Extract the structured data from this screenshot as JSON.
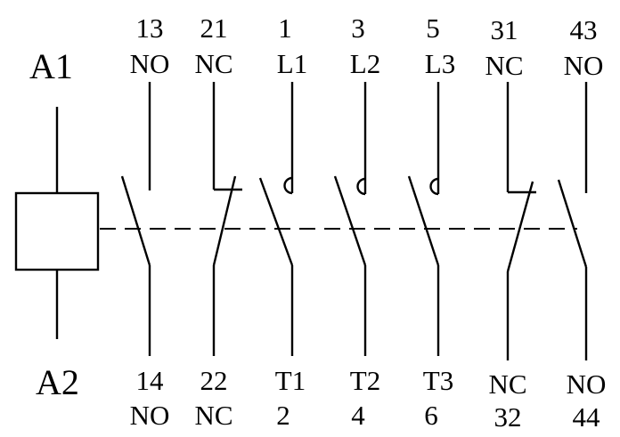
{
  "coil": {
    "top_label": "A1",
    "bottom_label": "A2"
  },
  "contacts": [
    {
      "type": "NO",
      "top": [
        "13",
        "NO"
      ],
      "bottom": [
        "14",
        "NO"
      ]
    },
    {
      "type": "NC",
      "top": [
        "21",
        "NC"
      ],
      "bottom": [
        "22",
        "NC"
      ]
    },
    {
      "type": "main",
      "top": [
        "1",
        "L1"
      ],
      "bottom": [
        "T1",
        "2"
      ]
    },
    {
      "type": "main",
      "top": [
        "3",
        "L2"
      ],
      "bottom": [
        "T2",
        "4"
      ]
    },
    {
      "type": "main",
      "top": [
        "5",
        "L3"
      ],
      "bottom": [
        "T3",
        "6"
      ]
    },
    {
      "type": "NC",
      "top": [
        "31",
        "NC"
      ],
      "bottom": [
        "NC",
        "32"
      ]
    },
    {
      "type": "NO",
      "top": [
        "43",
        "NO"
      ],
      "bottom": [
        "NO",
        "44"
      ]
    }
  ]
}
